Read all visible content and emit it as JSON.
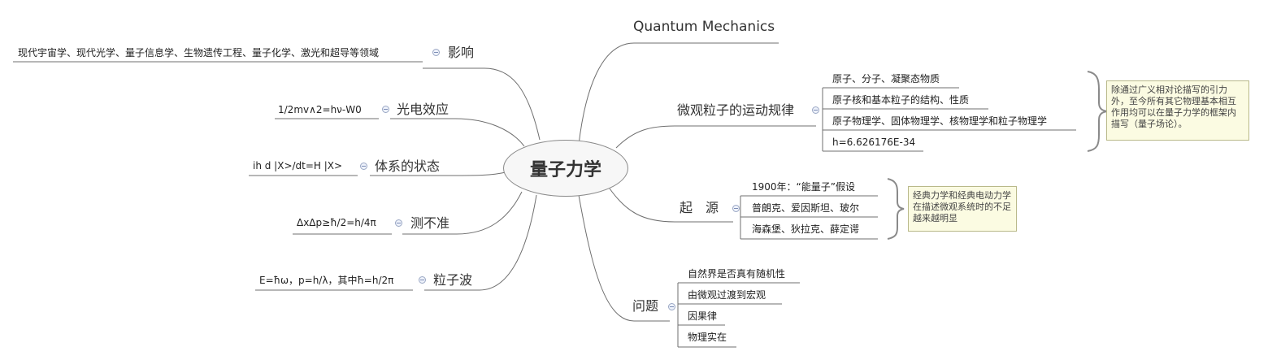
{
  "title": "Quantum Mechanics",
  "center": "量子力学",
  "left": [
    {
      "label": "影响",
      "leaves": [
        "现代宇宙学、现代光学、量子信息学、生物遗传工程、量子化学、激光和超导等领域"
      ]
    },
    {
      "label": "光电效应",
      "leaves": [
        "1/2mv∧2=hν-W0"
      ]
    },
    {
      "label": "体系的状态",
      "leaves": [
        "ih d |X>/dt=H |X>"
      ]
    },
    {
      "label": "测不准",
      "leaves": [
        "ΔxΔp≥ħ/2=h/4π"
      ]
    },
    {
      "label": "粒子波",
      "leaves": [
        "E=ħω，p=h/λ，其中ħ=h/2π"
      ]
    }
  ],
  "right": [
    {
      "label": "微观粒子的运动规律",
      "leaves": [
        "原子、分子、凝聚态物质",
        "原子核和基本粒子的结构、性质",
        "原子物理学、固体物理学、核物理学和粒子物理学",
        "h=6.626176E-34"
      ],
      "note": "除通过广义相对论描写的引力外，至今所有其它物理基本相互作用均可以在量子力学的框架内描写（量子场论）。"
    },
    {
      "label": "起　源",
      "leaves": [
        "1900年：“能量子”假设",
        "普朗克、爱因斯坦、玻尔",
        "海森堡、狄拉克、薛定谔"
      ],
      "note": "经典力学和经典电动力学在描述微观系统时的不足越来越明显"
    },
    {
      "label": "问题",
      "leaves": [
        "自然界是否真有随机性",
        "由微观过渡到宏观",
        "因果律",
        "物理实在"
      ]
    }
  ]
}
